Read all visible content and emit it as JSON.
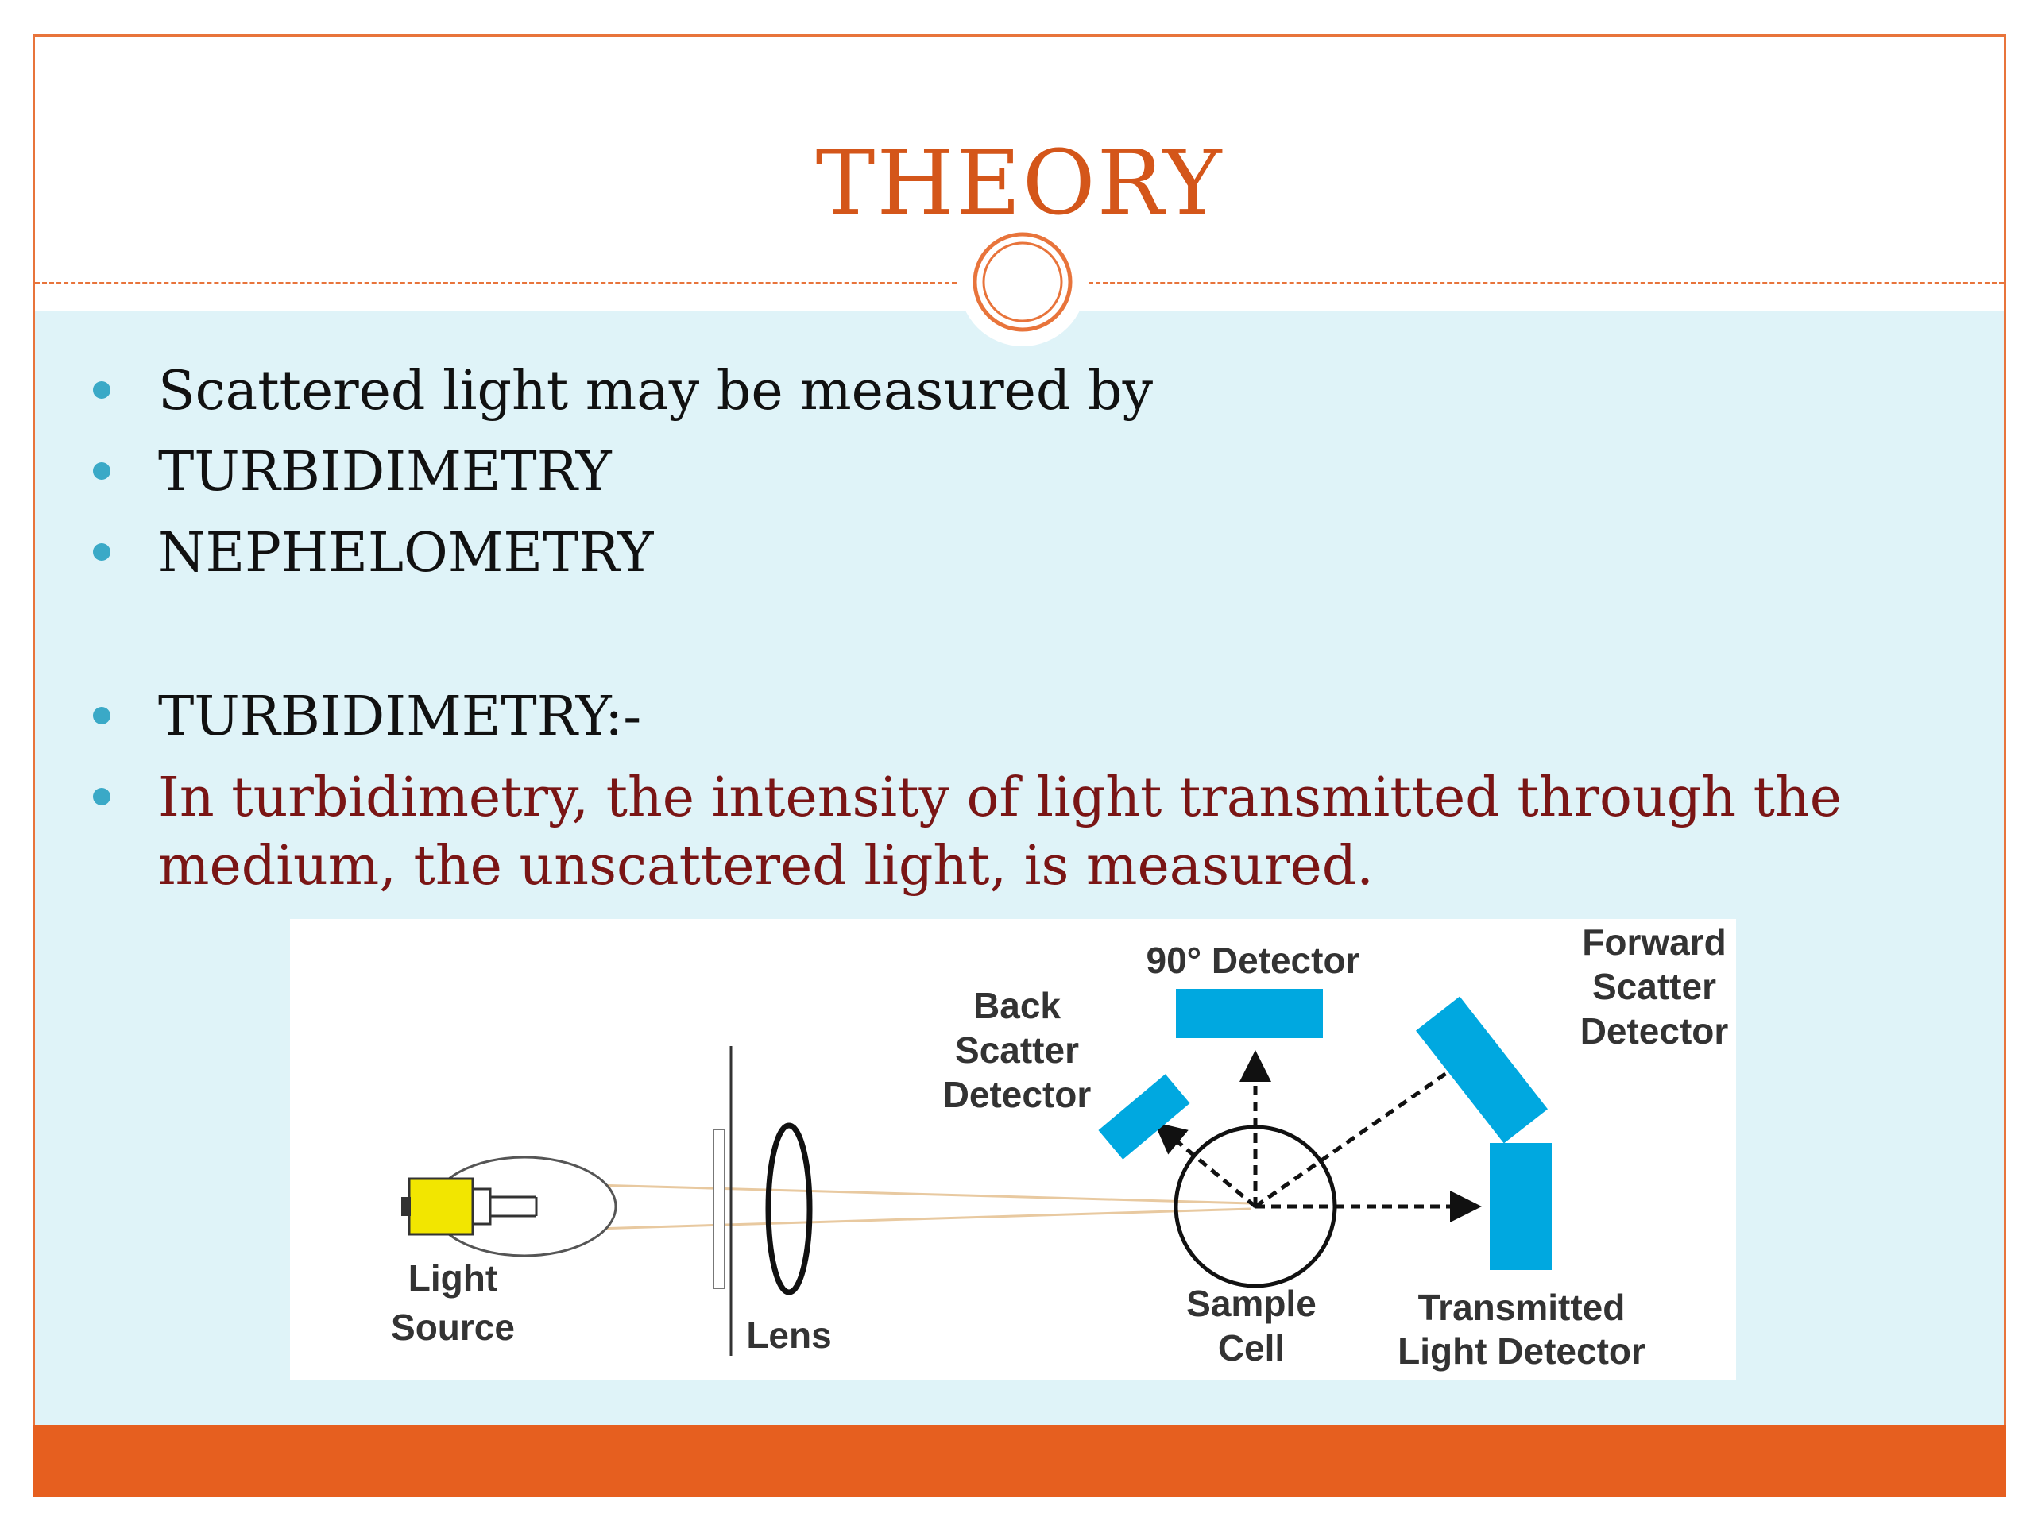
{
  "slide": {
    "title": "THEORY",
    "bullets": [
      "Scattered light may be measured by",
      "TURBIDIMETRY",
      "NEPHELOMETRY",
      "TURBIDIMETRY:-",
      "In turbidimetry, the intensity of light transmitted through the medium, the unscattered light, is measured."
    ]
  },
  "diagram": {
    "labels": {
      "light_source_1": "Light",
      "light_source_2": "Source",
      "lens": "Lens",
      "sample_cell_1": "Sample",
      "sample_cell_2": "Cell",
      "detector_90": "90° Detector",
      "back_scatter_1": "Back",
      "back_scatter_2": "Scatter",
      "back_scatter_3": "Detector",
      "forward_scatter_1": "Forward",
      "forward_scatter_2": "Scatter",
      "forward_scatter_3": "Detector",
      "transmitted_1": "Transmitted",
      "transmitted_2": "Light Detector"
    }
  },
  "colors": {
    "title": "#d4561a",
    "accent": "#e8743b",
    "footer": "#e65f1f",
    "content_bg": "#dff3f8",
    "bullet_dot": "#3aa9c7",
    "highlight_text": "#7a1515",
    "detector_blue": "#00a8e0",
    "bulb_yellow": "#f2e600"
  }
}
